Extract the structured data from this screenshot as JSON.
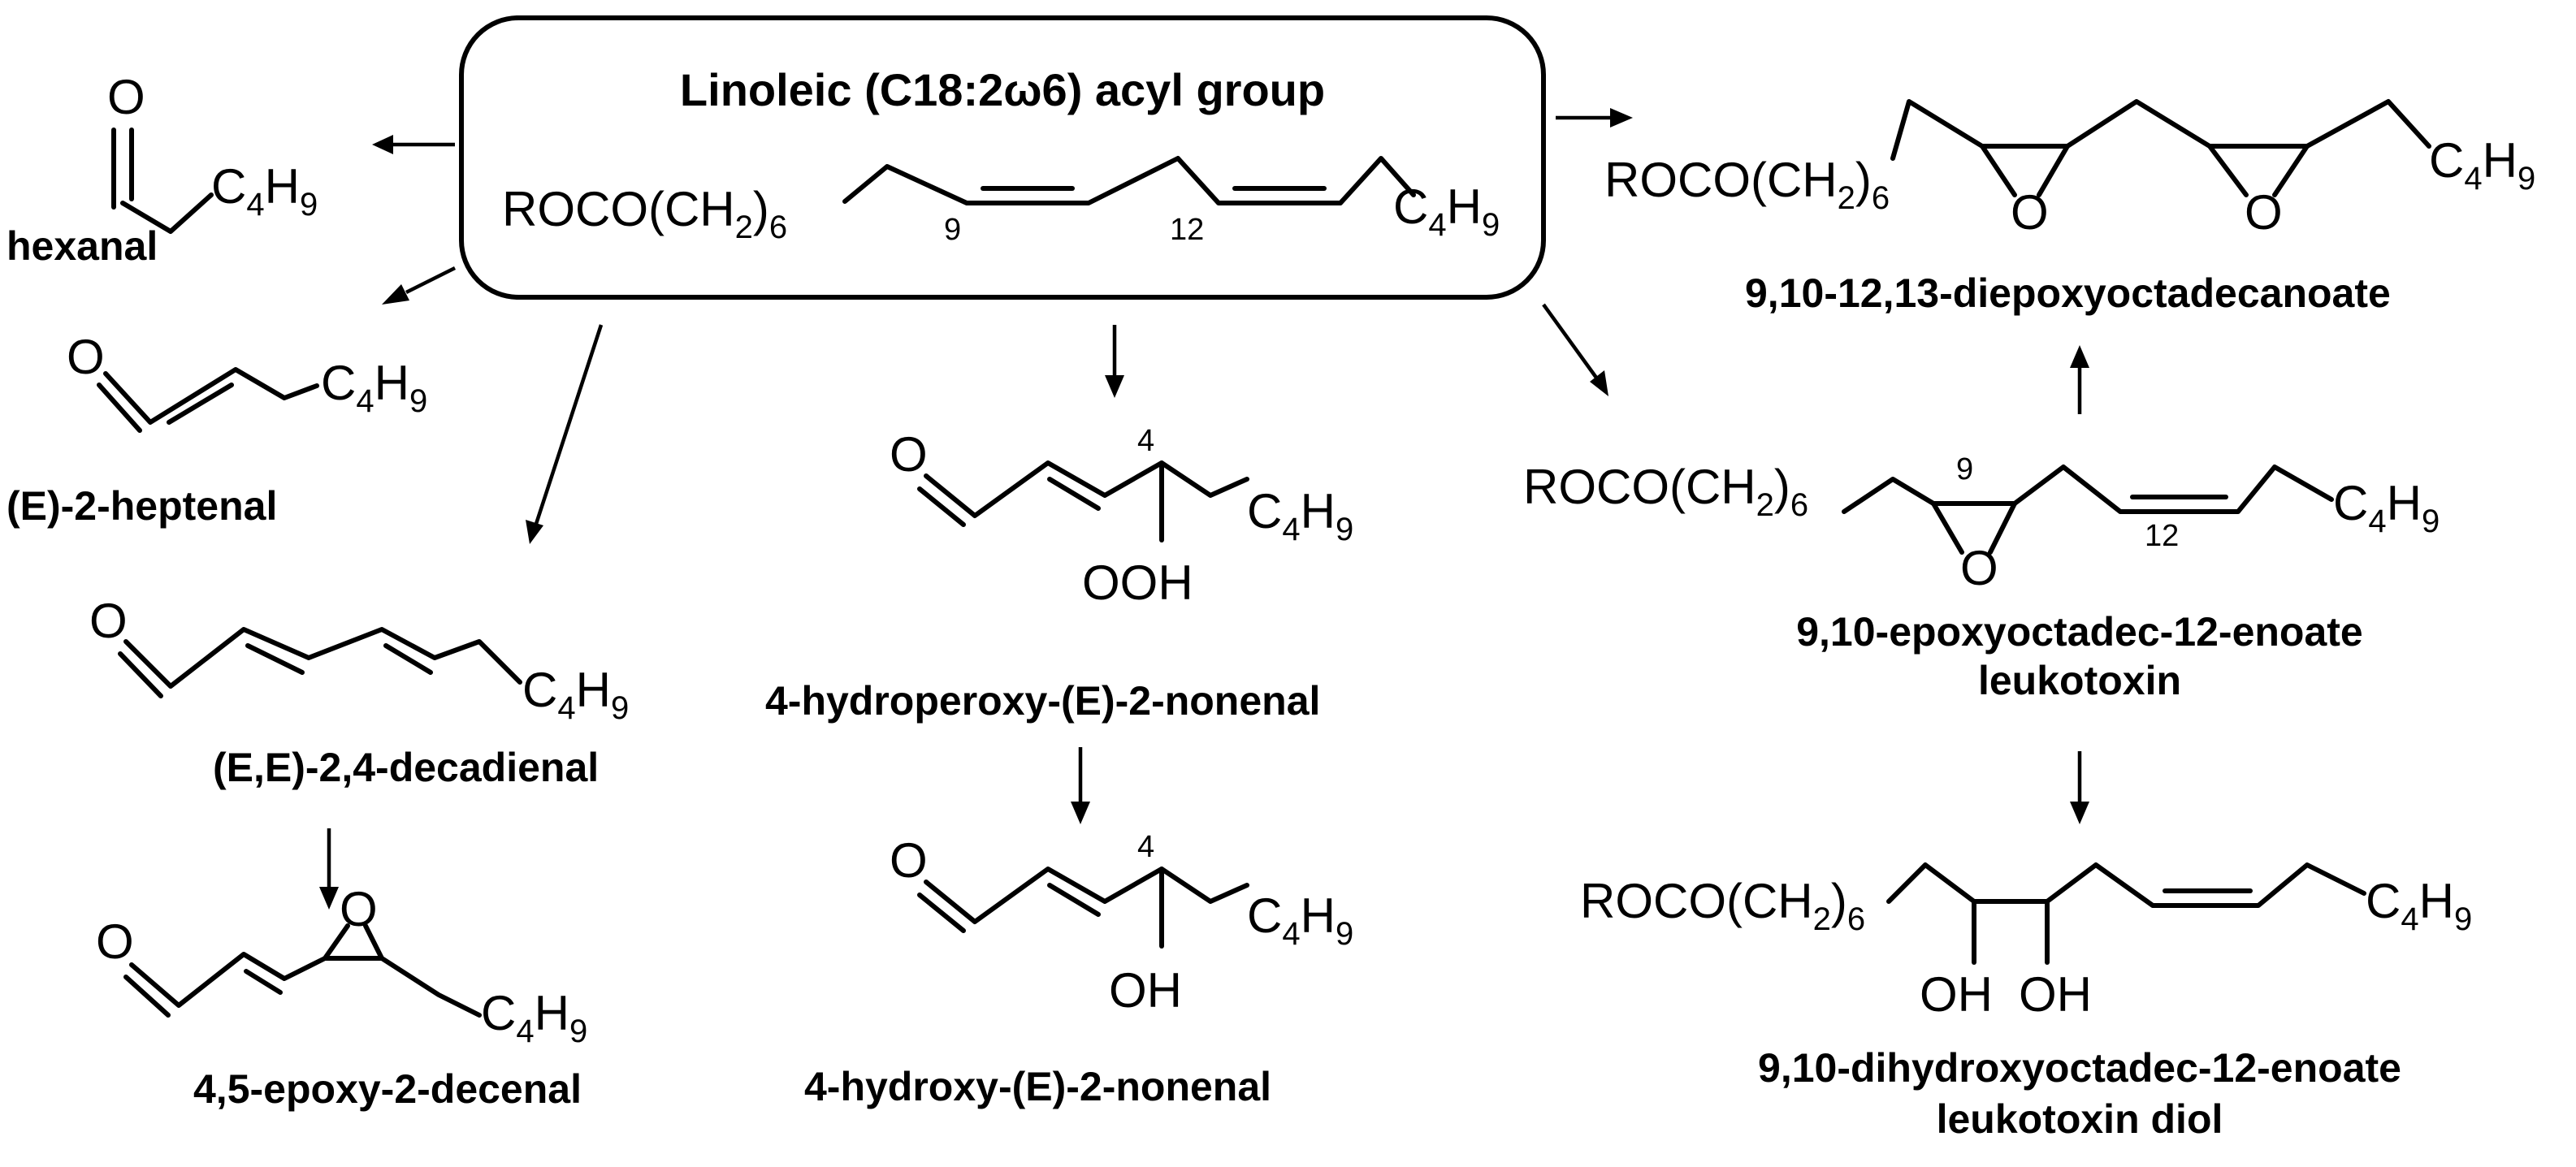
{
  "title": "Linoleic (C18:2ω6) acyl group",
  "frag": {
    "o": "O",
    "oh": "OH",
    "ooh": "OOH",
    "roco": "ROCO(CH",
    "two": "2",
    "close": ")",
    "six": "6",
    "c": "C",
    "four": "4",
    "h": "H",
    "nine": "9"
  },
  "nums": {
    "n9": "9",
    "n12": "12",
    "n4": "4"
  },
  "labels": {
    "hexanal": "hexanal",
    "heptenal": "(E)-2-heptenal",
    "decadienal": "(E,E)-2,4-decadienal",
    "epoxydecenal": "4,5-epoxy-2-decenal",
    "hpne": "4-hydroperoxy-(E)-2-nonenal",
    "hne": "4-hydroxy-(E)-2-nonenal",
    "diepoxy": "9,10-12,13-diepoxyoctadecanoate",
    "leuko1": "9,10-epoxyoctadec-12-enoate",
    "leuko2": "leukotoxin",
    "diol1": "9,10-dihydroxyoctadec-12-enoate",
    "diol2": "leukotoxin diol"
  }
}
